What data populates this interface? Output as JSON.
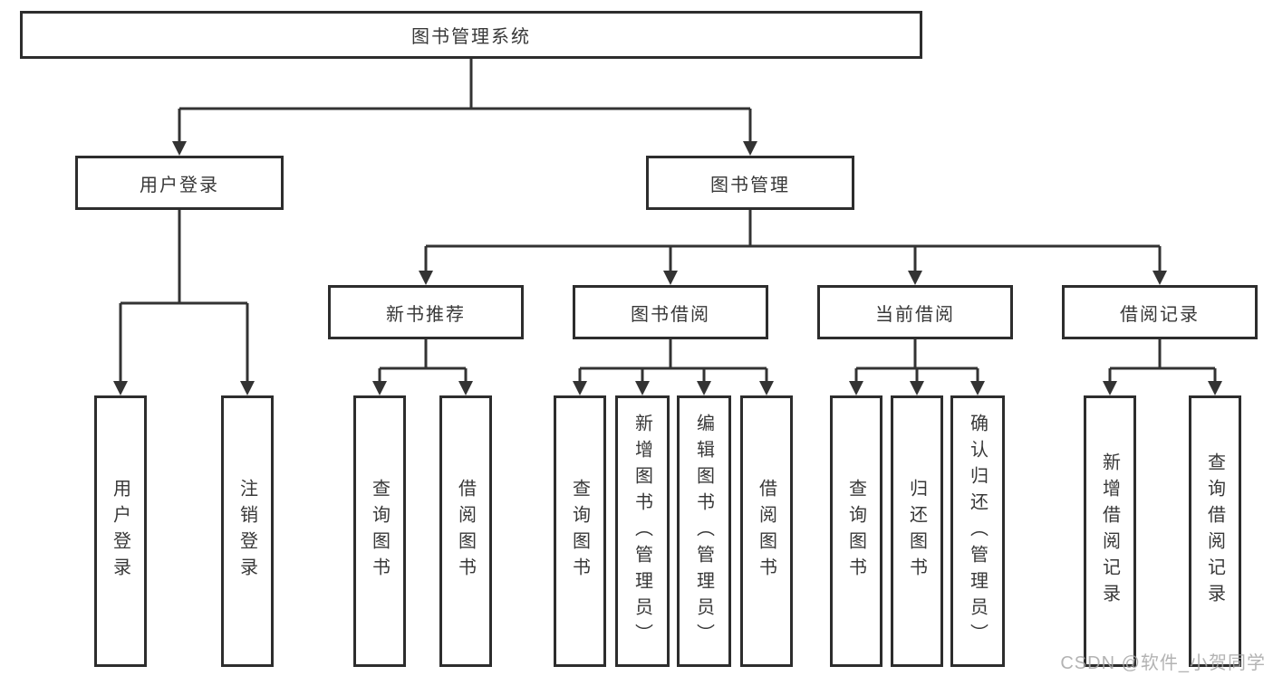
{
  "tree": {
    "label": "图书管理系统",
    "children": [
      {
        "label": "用户登录",
        "children": [
          {
            "label": "用户登录"
          },
          {
            "label": "注销登录"
          }
        ]
      },
      {
        "label": "图书管理",
        "children": [
          {
            "label": "新书推荐",
            "children": [
              {
                "label": "查询图书"
              },
              {
                "label": "借阅图书"
              }
            ]
          },
          {
            "label": "图书借阅",
            "children": [
              {
                "label": "查询图书"
              },
              {
                "label": "新增图书（管理员）"
              },
              {
                "label": "编辑图书（管理员）"
              },
              {
                "label": "借阅图书"
              }
            ]
          },
          {
            "label": "当前借阅",
            "children": [
              {
                "label": "查询图书"
              },
              {
                "label": "归还图书"
              },
              {
                "label": "确认归还（管理员）"
              }
            ]
          },
          {
            "label": "借阅记录",
            "children": [
              {
                "label": "新增借阅记录"
              },
              {
                "label": "查询借阅记录"
              }
            ]
          }
        ]
      }
    ]
  },
  "watermark": "CSDN @软件_小贺同学",
  "colors": {
    "line": "#333333",
    "box_border": "#2d2d2d",
    "text": "#383838",
    "background": "#ffffff",
    "watermark": "#a6a6a6"
  }
}
